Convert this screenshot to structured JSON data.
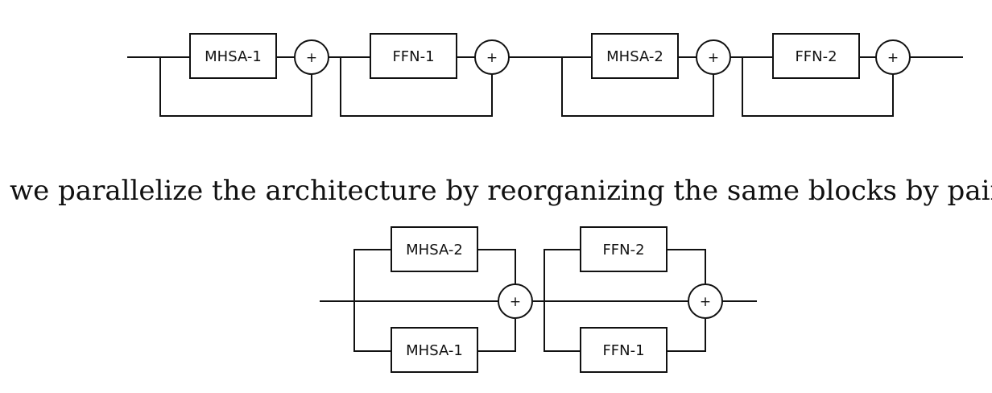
{
  "top_caption_fragment": "",
  "caption": "we parallelize the architecture by reorganizing the same blocks by pairs,",
  "sequential": {
    "blocks": [
      "MHSA-1",
      "FFN-1",
      "MHSA-2",
      "FFN-2"
    ],
    "sum_symbol": "+"
  },
  "parallel": {
    "pairs": [
      {
        "top": "MHSA-2",
        "bottom": "MHSA-1"
      },
      {
        "top": "FFN-2",
        "bottom": "FFN-1"
      }
    ],
    "sum_symbol": "+"
  }
}
